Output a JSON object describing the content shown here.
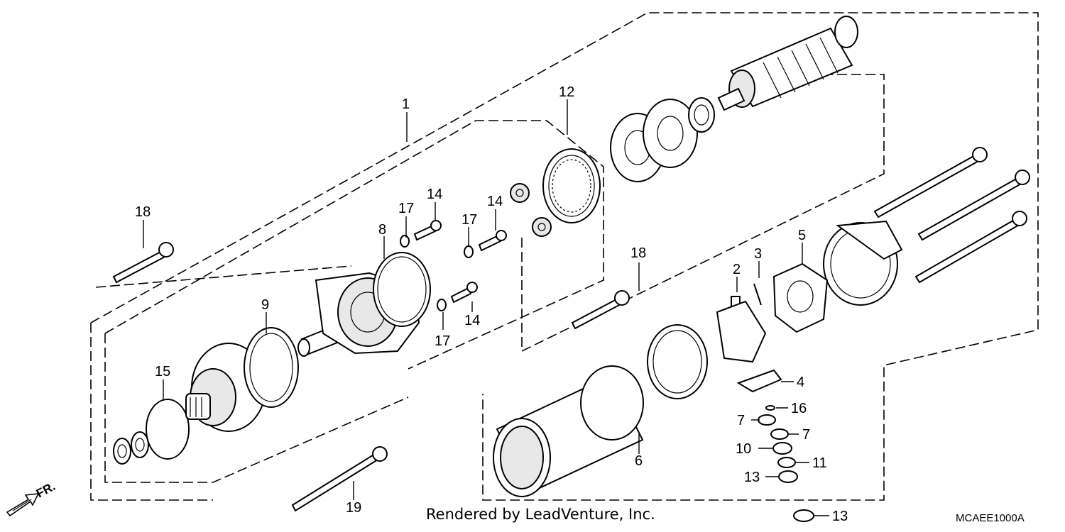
{
  "callouts": {
    "c1": "1",
    "c2": "2",
    "c3": "3",
    "c4": "4",
    "c5": "5",
    "c6": "6",
    "c7a": "7",
    "c7b": "7",
    "c8": "8",
    "c9": "9",
    "c10": "10",
    "c11": "11",
    "c12": "12",
    "c13a": "13",
    "c13b": "13",
    "c14a": "14",
    "c14b": "14",
    "c14c": "14",
    "c15": "15",
    "c16": "16",
    "c17a": "17",
    "c17b": "17",
    "c17c": "17",
    "c18a": "18",
    "c18b": "18",
    "c19": "19"
  },
  "direction_label": "FR.",
  "credit": "Rendered by LeadVenture, Inc.",
  "diagram_code": "MCAEE1000A"
}
